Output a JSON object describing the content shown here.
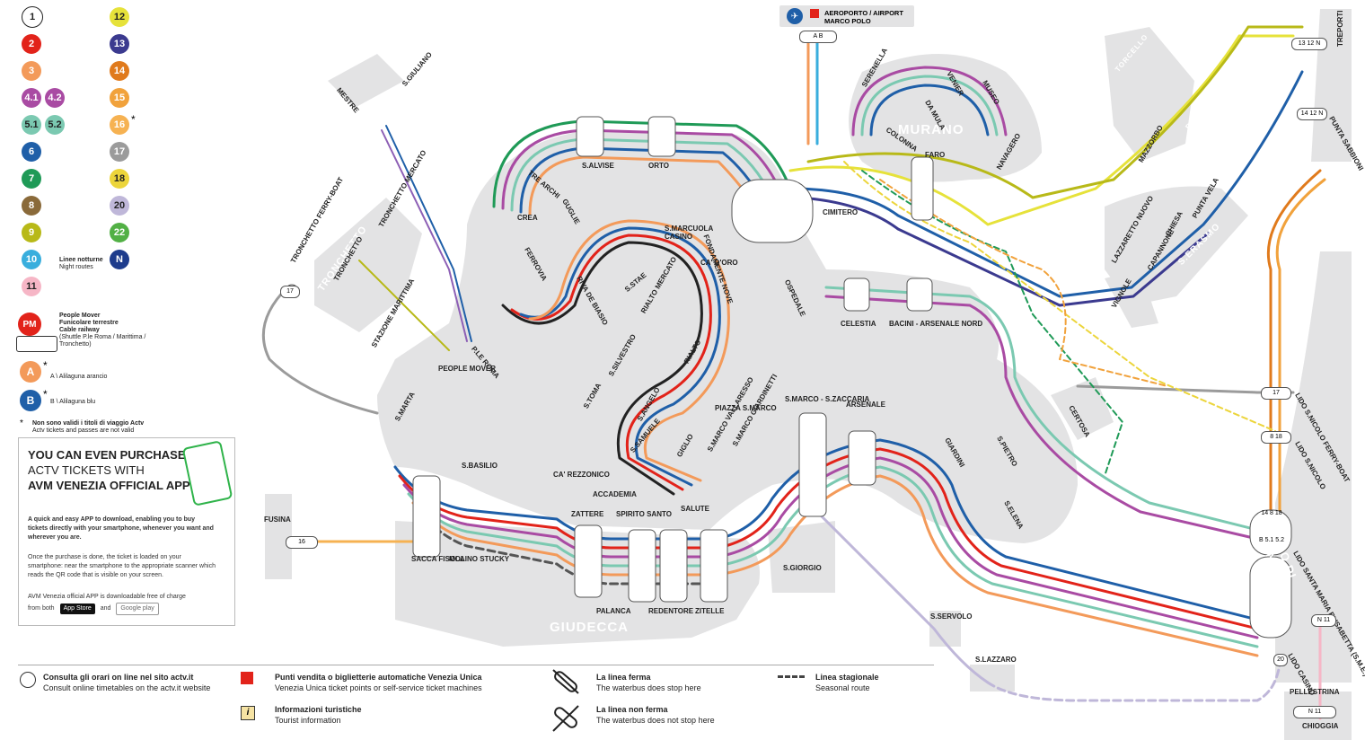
{
  "legend": {
    "lines": [
      {
        "label": "1",
        "color": "#ffffff",
        "text": "#222",
        "ring": true
      },
      {
        "label": "2",
        "color": "#e2231a"
      },
      {
        "label": "3",
        "color": "#f39a5a"
      },
      {
        "label": "4.1",
        "color": "#a94ba3"
      },
      {
        "label": "4.2",
        "color": "#a94ba3"
      },
      {
        "label": "5.1",
        "color": "#7bc9b1",
        "text": "#222"
      },
      {
        "label": "5.2",
        "color": "#7bc9b1",
        "text": "#222"
      },
      {
        "label": "6",
        "color": "#1f5fa8"
      },
      {
        "label": "7",
        "color": "#1f9a57"
      },
      {
        "label": "8",
        "color": "#8a6a3a"
      },
      {
        "label": "9",
        "color": "#b8b918"
      },
      {
        "label": "10",
        "color": "#39aedd"
      },
      {
        "label": "11",
        "color": "#f6b6c6",
        "text": "#222"
      },
      {
        "label": "12",
        "color": "#e6e23a",
        "text": "#222"
      },
      {
        "label": "13",
        "color": "#3b3a8f"
      },
      {
        "label": "14",
        "color": "#e07a1c"
      },
      {
        "label": "15",
        "color": "#f1a23c"
      },
      {
        "label": "16",
        "color": "#f6b252"
      },
      {
        "label": "17",
        "color": "#9b9b9b"
      },
      {
        "label": "18",
        "color": "#ecd53b",
        "text": "#222"
      },
      {
        "label": "20",
        "color": "#bfb7d9",
        "text": "#222"
      },
      {
        "label": "22",
        "color": "#52b045"
      },
      {
        "label": "N",
        "color": "#1e3c8c"
      }
    ],
    "sixteen_star": "*",
    "night_it": "Linee notturne",
    "night_en": "Night routes",
    "pm_label": "PM",
    "pm_lines": [
      "People Mover",
      "Funicolare terrestre",
      "Cable railway",
      "(Shuttle P.le Roma / Marittima /",
      "Tronchetto)"
    ],
    "a_label": "A",
    "a_text": "A \\ Alilaguna arancio",
    "b_label": "B",
    "b_text": "B \\ Alilaguna blu",
    "star": "*",
    "star_note_1": "Non sono validi i titoli di viaggio Actv",
    "star_note_2": "Actv tickets and passes are not valid"
  },
  "app": {
    "title_1": "YOU CAN EVEN PURCHASE",
    "title_2": "ACTV TICKETS WITH",
    "title_3": "AVM VENEZIA OFFICIAL APP",
    "p1": "A quick and easy APP to download, enabling you to buy tickets directly with your smartphone, whenever you want and wherever you are.",
    "p2": "Once the purchase is done, the ticket is loaded on your smartphone: near the smartphone to the appropriate scanner which reads the QR code that is visible on your screen.",
    "p3": "AVM Venezia official APP is downloadable free of charge",
    "from_both": "from both",
    "app_store": "App Store",
    "and": "and",
    "google_play": "Google play"
  },
  "footer": {
    "timetable_it": "Consulta gli orari on line nel sito actv.it",
    "timetable_en": "Consult online timetables on the actv.it website",
    "tickets_it": "Punti vendita o biglietterie automatiche Venezia Unica",
    "tickets_en": "Venezia Unica ticket points or self-service ticket machines",
    "info_it": "Informazioni turistiche",
    "info_en": "Tourist information",
    "stops_it": "La linea ferma",
    "stops_en": "The waterbus does stop here",
    "nostop_it": "La linea non ferma",
    "nostop_en": "The waterbus does not stop here",
    "seasonal_it": "Linea stagionale",
    "seasonal_en": "Seasonal route",
    "info_icon": "i"
  },
  "areas": {
    "murano": "MURANO",
    "giudecca": "GIUDECCA",
    "lido": "LIDO DI VENEZIA",
    "tronchetto": "TRONCHETTO",
    "serasmo": "S.ERASMO",
    "burano": "BURANO",
    "torcello": "TORCELLO"
  },
  "stops": {
    "aeroporto": "AEROPORTO / AIRPORT",
    "marcopolo": "MARCO POLO",
    "ab": "A  B",
    "s_alvise": "S.ALVISE",
    "orto": "ORTO",
    "fond_nove": "FONDAMENTE NOVE",
    "cimitero": "CIMITERO",
    "ospedale": "OSPEDALE",
    "celestia": "CELESTIA",
    "bacini": "BACINI - ARSENALE NORD",
    "serenella": "SERENELLA",
    "venier": "VENIER",
    "da_mula": "DA MULA",
    "museo": "MUSEO",
    "colonna": "COLONNA",
    "faro": "FARO",
    "navagero": "NAVAGERO",
    "tre_archi": "TRE ARCHI",
    "guglie": "GUGLIE",
    "crea": "CREA",
    "ferrovia": "FERROVIA",
    "s_marcuola": "S.MARCUOLA",
    "casino": "CASINO",
    "ca_doro": "CA' D'ORO",
    "riva_biasio": "RIVA DE BIASIO",
    "s_stae": "S.STAE",
    "rialto_mercato": "RIALTO MERCATO",
    "rialto": "RIALTO",
    "p_roma": "P.le ROMA",
    "people_mover": "PEOPLE MOVER",
    "tronchetto_ferry": "TRONCHETTO FERRY-BOAT",
    "tronchetto": "TRONCHETTO",
    "tronchetto_mercato": "TRONCHETTO MERCATO",
    "staz_marittima": "STAZIONE MARITTIMA",
    "s_marta": "S.MARTA",
    "s_toma": "S.TOMA",
    "s_silvestro": "S.SILVESTRO",
    "s_angelo": "S.ANGELO",
    "s_samuele": "S.SAMUELE",
    "ca_rezzonico": "CA' REZZONICO",
    "accademia": "ACCADEMIA",
    "giglio": "GIGLIO",
    "salute": "SALUTE",
    "s_marco_vall": "S.MARCO VALLARESSO",
    "s_marco_giard": "S.MARCO GIARDINETTI",
    "piazza": "PIAZZA S.MARCO",
    "s_zaccaria": "S.MARCO - S.ZACCARIA",
    "arsenale": "ARSENALE",
    "giardini": "GIARDINI",
    "s_elena": "S.ELENA",
    "s_pietro": "S.PIETRO",
    "certosa": "CERTOSA",
    "s_basilio": "S.BASILIO",
    "zattere": "ZATTERE",
    "spirito_santo": "SPIRITO SANTO",
    "sacca_fisola": "SACCA FISOLA",
    "molino": "MOLINO STUCKY",
    "palanca": "PALANCA",
    "redentore": "REDENTORE",
    "zitelle": "ZITELLE",
    "s_giorgio": "S.GIORGIO",
    "fusina": "FUSINA",
    "s_servolo": "S.SERVOLO",
    "s_lazzaro": "S.LAZZARO",
    "mestre": "MESTRE",
    "s_giuliano": "S.GIULIANO",
    "vignole": "VIGNOLE",
    "lazzaretto": "LAZZARETTO NUOVO",
    "capannone": "CAPANNONE",
    "chiesa": "CHIESA",
    "punta_vela": "PUNTA VELA",
    "mazzorbo": "MAZZORBO",
    "treporti": "TREPORTI",
    "punta_sabbioni": "PUNTA SABBIONI",
    "lido_ferry": "LIDO S.NICOLO FERRY-BOAT",
    "lido_nicolo": "LIDO S.NICOLO",
    "lido_sme": "LIDO SANTA MARIA ELISABETTA (S.M.E.)",
    "lido_casino": "LIDO CASINO",
    "pellestrina": "PELLESTRINA",
    "chioggia": "CHIOGGIA"
  },
  "codes": {
    "n17": "17",
    "n16": "16",
    "n20": "20",
    "n11": "11",
    "n818": "8 18",
    "n1412": "14 12 N",
    "n1312": "13   12 N",
    "n14_18": "14 8  18",
    "lido_b": "B  5.1 5.2",
    "n_n11": "N 11",
    "n_n": "N  11"
  },
  "colors": {
    "land": "#e3e3e4",
    "water": "#ffffff",
    "dark_land": "#d1d2d4"
  }
}
